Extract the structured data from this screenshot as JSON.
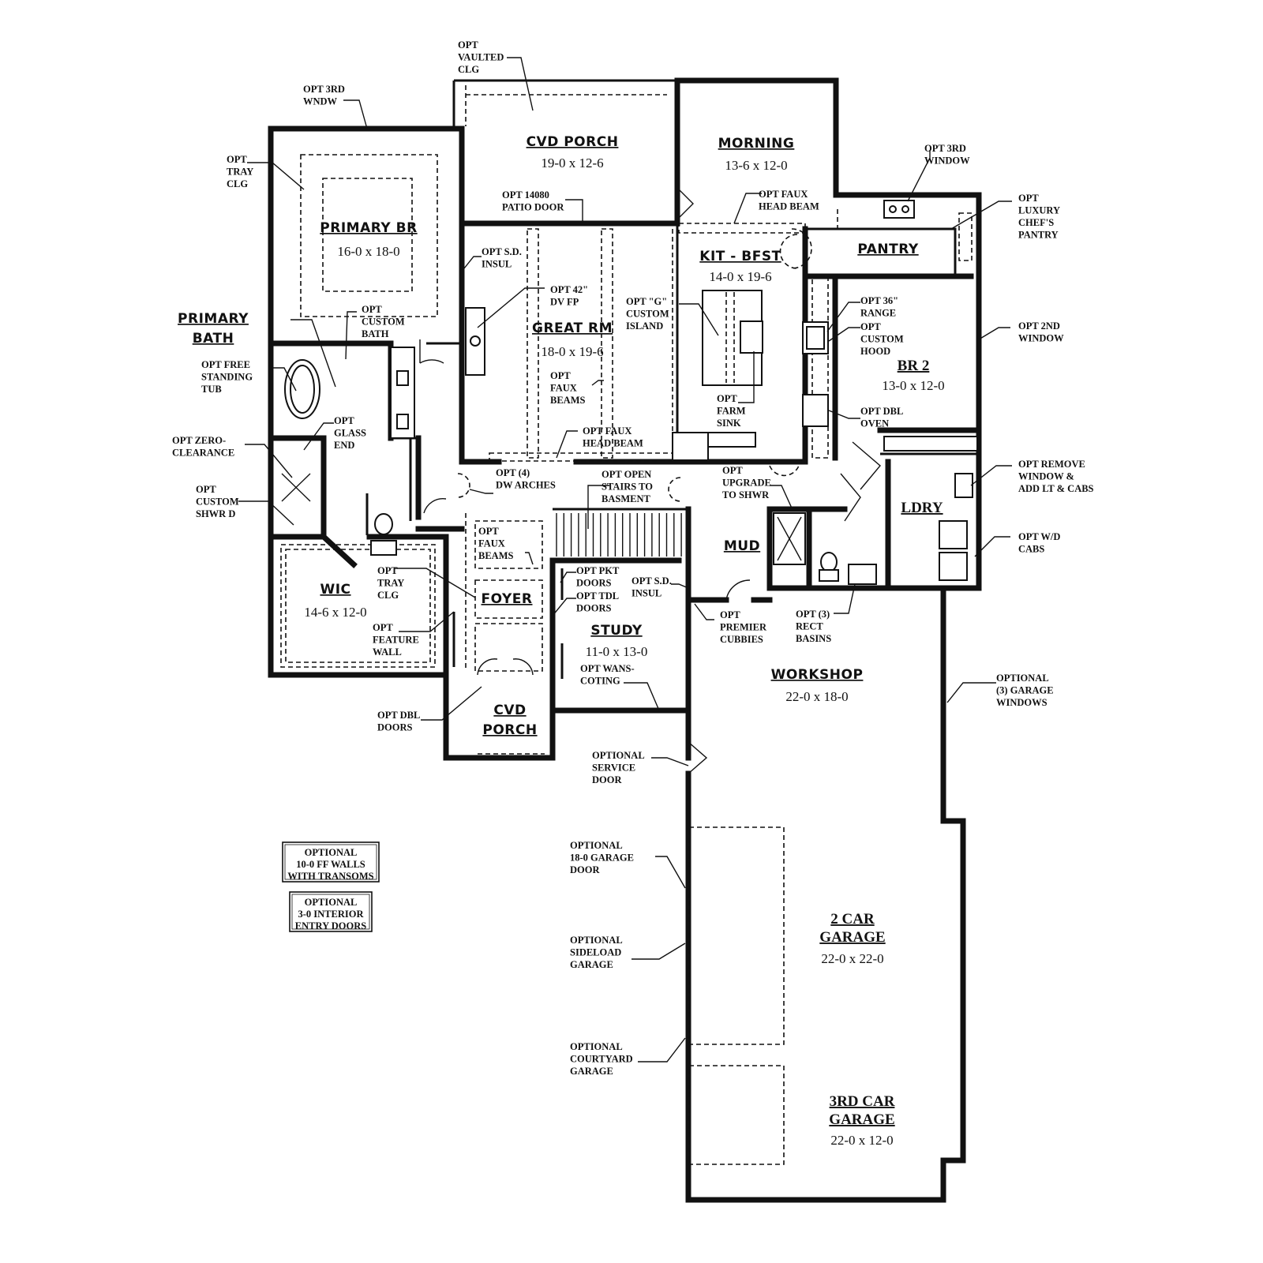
{
  "rooms": {
    "cvd_porch_rear": {
      "name": "CVD PORCH",
      "dim": "19-0 x 12-6"
    },
    "morning": {
      "name": "MORNING",
      "dim": "13-6 x 12-0"
    },
    "primary_br": {
      "name": "PRIMARY BR",
      "dim": "16-0 x 18-0"
    },
    "primary_bath": {
      "name_line1": "PRIMARY",
      "name_line2": "BATH"
    },
    "kit_bfst": {
      "name": "KIT - BFST",
      "dim": "14-0 x 19-6"
    },
    "pantry": {
      "name": "PANTRY"
    },
    "great_rm": {
      "name": "GREAT RM",
      "dim": "18-0 x 19-6"
    },
    "br2": {
      "name": "BR 2",
      "dim": "13-0 x 12-0"
    },
    "ldry": {
      "name": "LDRY"
    },
    "mud": {
      "name": "MUD"
    },
    "wic": {
      "name": "WIC",
      "dim": "14-6 x 12-0"
    },
    "foyer": {
      "name": "FOYER"
    },
    "study": {
      "name": "STUDY",
      "dim": "11-0 x 13-0"
    },
    "cvd_porch_front": {
      "name_line1": "CVD",
      "name_line2": "PORCH"
    },
    "workshop": {
      "name": "WORKSHOP",
      "dim": "22-0 x 18-0"
    },
    "garage2": {
      "name_line1": "2 CAR",
      "name_line2": "GARAGE",
      "dim": "22-0 x 22-0"
    },
    "garage3": {
      "name_line1": "3RD CAR",
      "name_line2": "GARAGE",
      "dim": "22-0 x 12-0"
    }
  },
  "notes": {
    "opt_vaulted_clg": [
      "OPT",
      "VAULTED",
      "CLG"
    ],
    "opt_3rd_wndw": [
      "OPT 3RD",
      "WNDW"
    ],
    "opt_tray_clg_br": [
      "OPT",
      "TRAY",
      "CLG"
    ],
    "opt_3rd_window": [
      "OPT 3RD",
      "WINDOW"
    ],
    "opt_luxury_pantry": [
      "OPT",
      "LUXURY",
      "CHEF'S",
      "PANTRY"
    ],
    "opt_patio_door": [
      "OPT 14080",
      "PATIO DOOR"
    ],
    "opt_faux_head_beam_top": [
      "OPT FAUX",
      "HEAD BEAM"
    ],
    "opt_sd_insul_top": [
      "OPT S.D.",
      "INSUL"
    ],
    "opt_dv_fp": [
      "OPT 42\"",
      "DV FP"
    ],
    "opt_custom_bath": [
      "OPT",
      "CUSTOM",
      "BATH"
    ],
    "opt_g_island": [
      "OPT \"G\"",
      "CUSTOM",
      "ISLAND"
    ],
    "opt_36_range": [
      "OPT 36\"",
      "RANGE"
    ],
    "opt_custom_hood": [
      "OPT",
      "CUSTOM",
      "HOOD"
    ],
    "opt_2nd_window": [
      "OPT 2ND",
      "WINDOW"
    ],
    "opt_free_tub": [
      "OPT FREE",
      "STANDING",
      "TUB"
    ],
    "opt_faux_beams_gr": [
      "OPT",
      "FAUX",
      "BEAMS"
    ],
    "opt_glass_end": [
      "OPT",
      "GLASS",
      "END"
    ],
    "opt_farm_sink": [
      "OPT",
      "FARM",
      "SINK"
    ],
    "opt_dbl_oven": [
      "OPT DBL",
      "OVEN"
    ],
    "opt_faux_head_beam_mid": [
      "OPT FAUX",
      "HEAD BEAM"
    ],
    "opt_zero_clearance": [
      "OPT ZERO-",
      "CLEARANCE"
    ],
    "opt_upgrade_shwr": [
      "OPT",
      "UPGRADE",
      "TO SHWR"
    ],
    "opt_remove_window": [
      "OPT REMOVE",
      "WINDOW &",
      "ADD LT & CABS"
    ],
    "opt_dw_arches": [
      "OPT (4)",
      "DW ARCHES"
    ],
    "opt_open_stairs": [
      "OPT OPEN",
      "STAIRS TO",
      "BASMENT"
    ],
    "opt_custom_shwr": [
      "OPT",
      "CUSTOM",
      "SHWR D"
    ],
    "opt_faux_beams_foyer": [
      "OPT",
      "FAUX",
      "BEAMS"
    ],
    "opt_wd_cabs": [
      "OPT W/D",
      "CABS"
    ],
    "opt_pkt_doors": [
      "OPT PKT",
      "DOORS"
    ],
    "opt_tray_clg_wic": [
      "OPT",
      "TRAY",
      "CLG"
    ],
    "opt_sd_insul_study": [
      "OPT S.D.",
      "INSUL"
    ],
    "opt_tdl_doors": [
      "OPT TDL",
      "DOORS"
    ],
    "opt_premier_cubbies": [
      "OPT",
      "PREMIER",
      "CUBBIES"
    ],
    "opt_rect_basins": [
      "OPT (3)",
      "RECT",
      "BASINS"
    ],
    "opt_feature_wall": [
      "OPT",
      "FEATURE",
      "WALL"
    ],
    "opt_wanscoting": [
      "OPT WANS-",
      "COTING"
    ],
    "optional_garage_windows": [
      "OPTIONAL",
      "(3) GARAGE",
      "WINDOWS"
    ],
    "opt_dbl_doors": [
      "OPT DBL",
      "DOORS"
    ],
    "optional_service_door": [
      "OPTIONAL",
      "SERVICE",
      "DOOR"
    ],
    "optional_18_garage_door": [
      "OPTIONAL",
      "18-0 GARAGE",
      "DOOR"
    ],
    "optional_sideload": [
      "OPTIONAL",
      "SIDELOAD",
      "GARAGE"
    ],
    "optional_courtyard": [
      "OPTIONAL",
      "COURTYARD",
      "GARAGE"
    ]
  },
  "boxed_notes": {
    "ff_walls": [
      "OPTIONAL",
      "10-0 FF WALLS",
      "WITH TRANSOMS"
    ],
    "interior_doors": [
      "OPTIONAL",
      "3-0 INTERIOR",
      "ENTRY DOORS"
    ]
  }
}
